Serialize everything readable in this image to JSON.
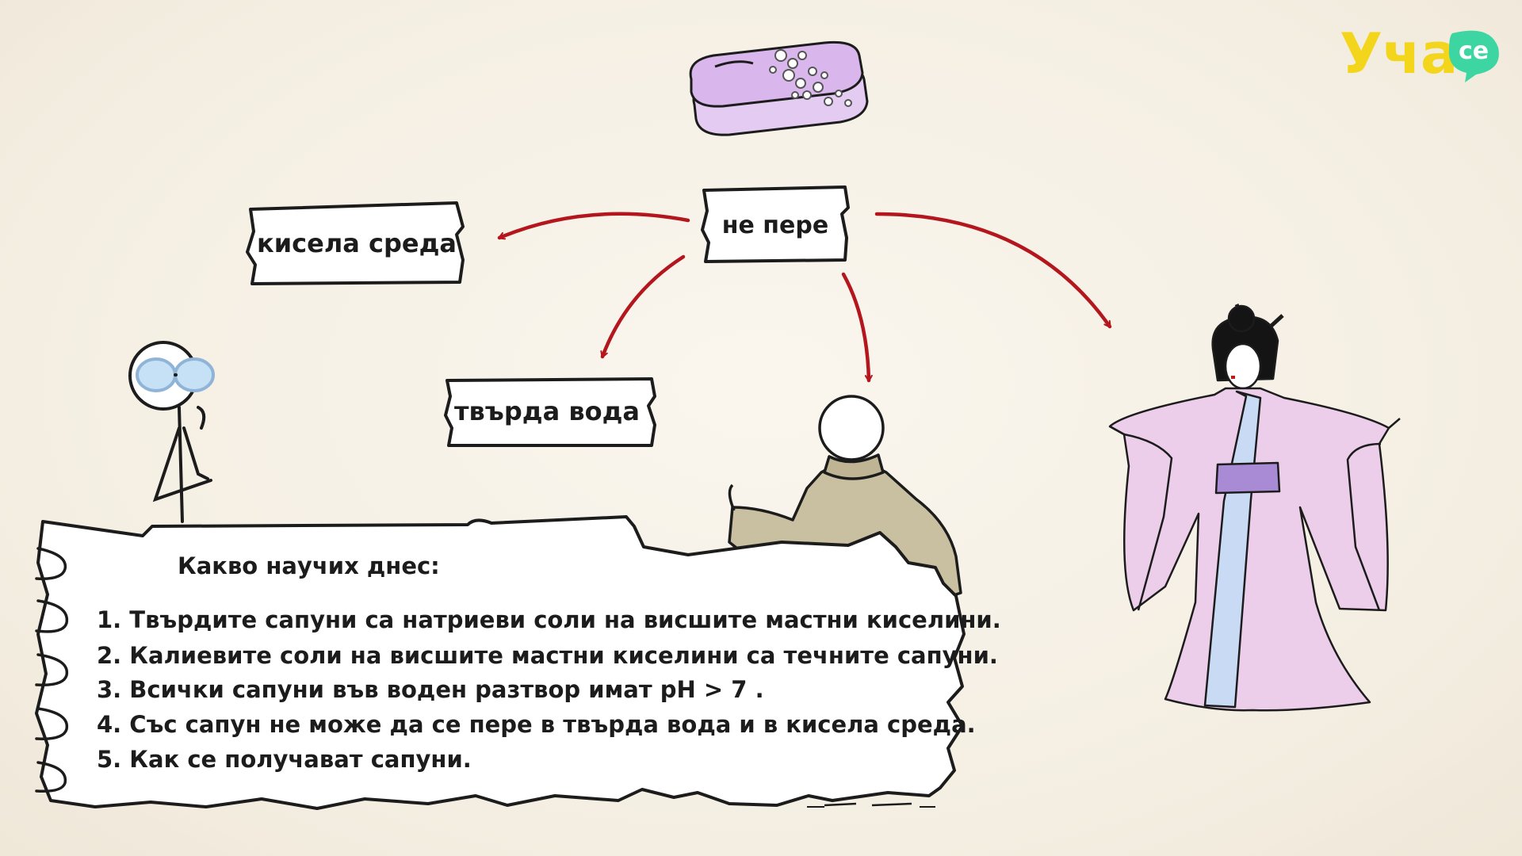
{
  "logo": {
    "brand_text": "Уча",
    "badge_text": "се",
    "brand_color": "#f3d51c",
    "badge_color": "#3dd6a3"
  },
  "diagram": {
    "center_label": "не пере",
    "left_label": "кисела среда",
    "bottom_label": "твърда вода"
  },
  "note": {
    "title": "Какво научих днес:",
    "items": [
      "1. Твърдите сапуни са натриеви соли на висшите мастни киселини.",
      "2. Калиевите соли на висшите мастни киселини са течните сапуни.",
      "3. Всички сапуни във воден разтвор имат pH > 7 .",
      "4. Със сапун не може да се пере в твърда вода и в кисела среда.",
      "5. Как се получават сапуни."
    ]
  },
  "colors": {
    "arrow": "#b3161c",
    "ink": "#1c1c1c",
    "soap": "#d9b6ec",
    "kimono": "#eccdea",
    "kimono_inner": "#c9daf4",
    "sash": "#a98ad4",
    "coat": "#c9c0a2",
    "glasses": "#c6e0f6"
  }
}
